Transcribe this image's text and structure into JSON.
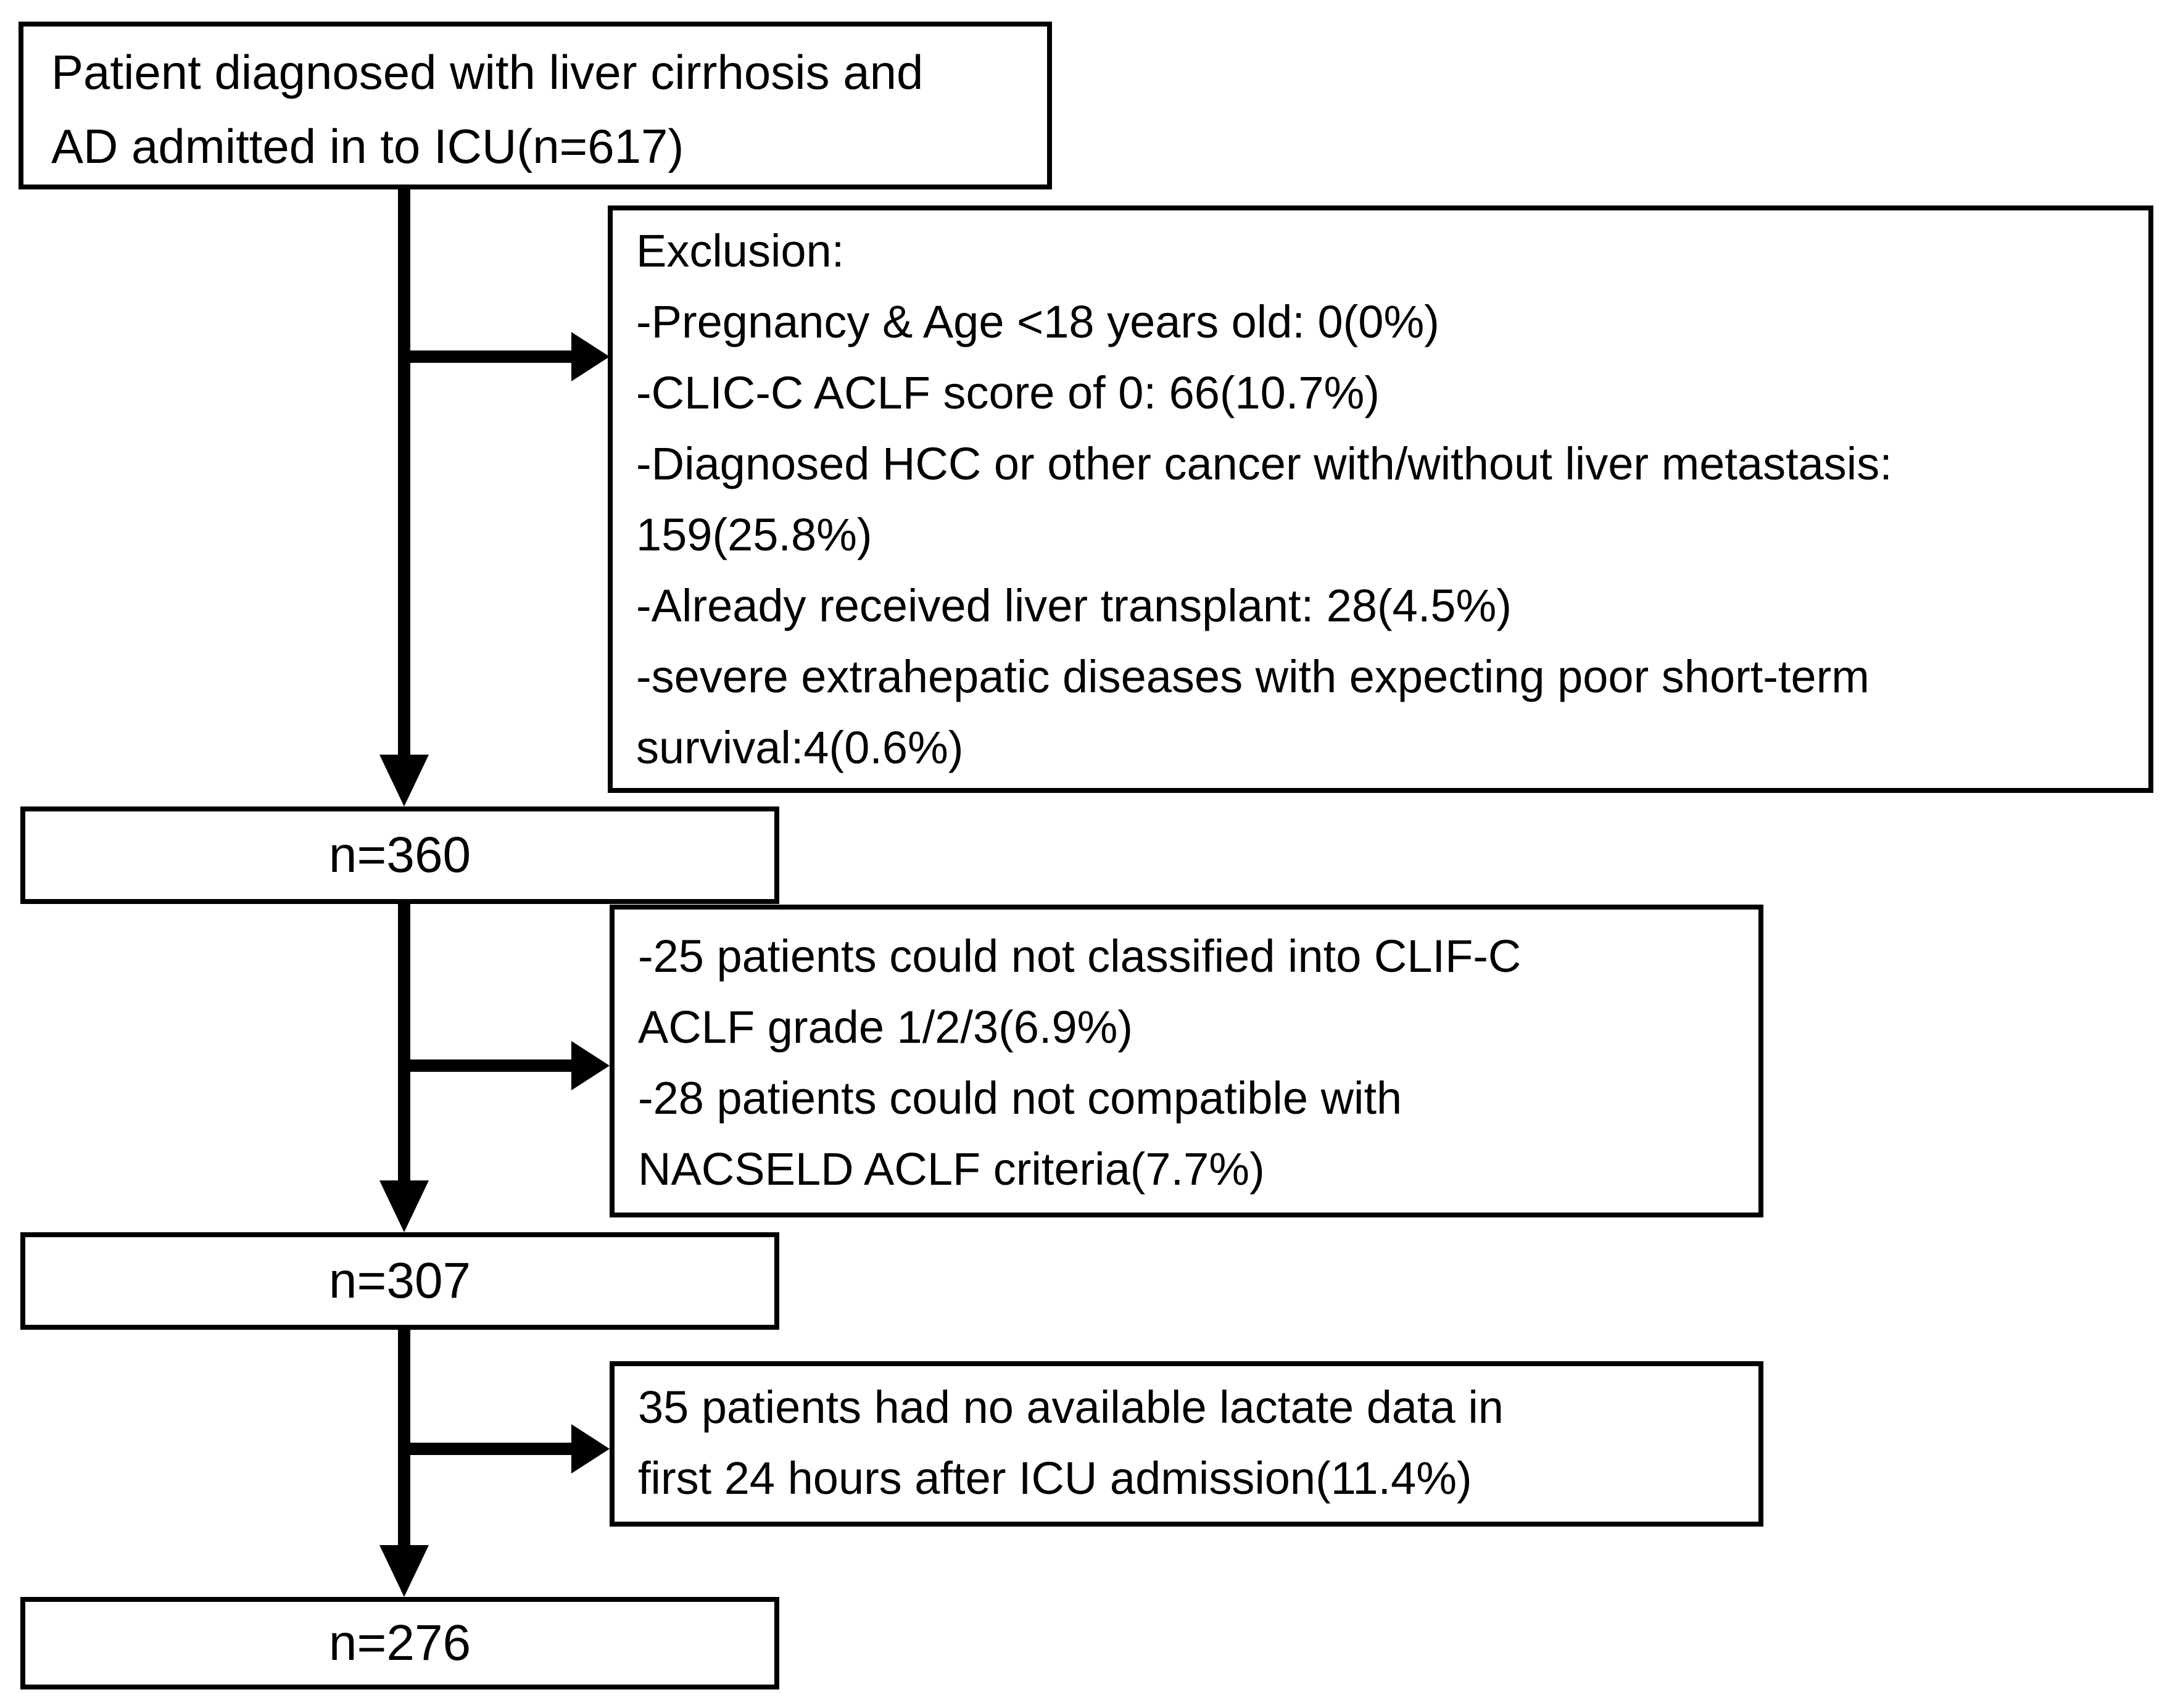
{
  "figure": {
    "type": "patient-flow-diagram",
    "colors": {
      "ink": "#000000",
      "paper": "#ffffff"
    },
    "boxes": {
      "enrollment": {
        "lines": [
          "Patient diagnosed with liver cirrhosis and",
          "AD admitted in to ICU(n=617)"
        ]
      },
      "exclusion1": {
        "lines": [
          "Exclusion:",
          "-Pregnancy & Age <18 years old: 0(0%)",
          "-CLIC-C ACLF score of 0: 66(10.7%)",
          "-Diagnosed HCC or other cancer with/without liver metastasis:",
          "159(25.8%)",
          "-Already received liver transplant: 28(4.5%)",
          "-severe extrahepatic diseases with expecting poor short-term",
          "survival:4(0.6%)"
        ]
      },
      "n360": {
        "text": "n=360"
      },
      "exclusion2": {
        "lines": [
          "-25 patients could not classified into CLIF-C",
          "ACLF grade 1/2/3(6.9%)",
          "-28 patients could not compatible with",
          "NACSELD ACLF criteria(7.7%)"
        ]
      },
      "n307": {
        "text": "n=307"
      },
      "exclusion3": {
        "lines": [
          "35 patients had no available lactate data in",
          "first 24 hours after ICU admission(11.4%)"
        ]
      },
      "n276": {
        "text": "n=276"
      }
    }
  }
}
